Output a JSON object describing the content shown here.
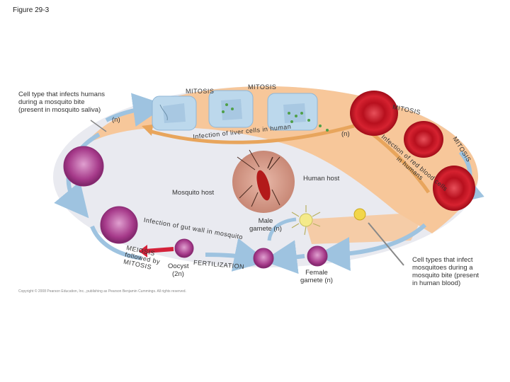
{
  "figure": {
    "title": "Figure 29-3"
  },
  "labels": {
    "infects_humans": [
      "Cell type that infects humans",
      "during a mosquito bite",
      "(present in mosquito saliva)"
    ],
    "n_left": "(n)",
    "mitosis_1": "MITOSIS",
    "mitosis_2": "MITOSIS",
    "mitosis_3": "MITOSIS",
    "mitosis_4": "MITOSIS",
    "liver_infection": "Infection of liver cells in human",
    "n_mid": "(n)",
    "rbc_infection": "Infection of red blood cells in humans",
    "human_host": "Human host",
    "mosquito_host": "Mosquito host",
    "gut_infection": "Infection of gut wall in mosquito",
    "male_gamete": [
      "Male",
      "gamete (n)"
    ],
    "meiosis": [
      "MEIOSIS",
      "followed by",
      "MITOSIS"
    ],
    "oocyst": [
      "Oocyst",
      "(2n)"
    ],
    "fertilization": "FERTILIZATION",
    "female_gamete": [
      "Female",
      "gamete (n)"
    ],
    "infects_mosquitoes": [
      "Cell types that infect",
      "mosquitoes during a",
      "mosquito bite (present",
      "in human blood)"
    ],
    "copyright": "Copyright © 2008 Pearson Education, Inc., publishing as Pearson Benjamin Cummings. All rights reserved."
  },
  "colors": {
    "human_zone": "#f7c79a",
    "mosquito_zone": "#e9eaf0",
    "arrow_blue": "#9ec3e0",
    "arrow_orange": "#e8a55c",
    "arrow_red": "#d4223a",
    "rbc": "#c8202e",
    "liver": "#bcd8ec",
    "purple_cell": "#a03a86"
  }
}
